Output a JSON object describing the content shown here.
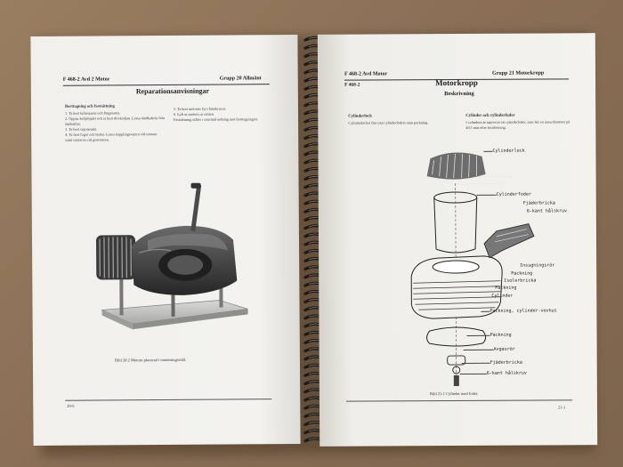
{
  "left_page": {
    "header_left": "F 468-2 Avd 2 Motor",
    "header_right": "Grupp 20 Allmänt",
    "title": "Reparationsanvisningar",
    "section_heading": "Borttagning och fastsättning",
    "steps_col1": [
      "1. Ta bort luftrenaren och förgasaren.",
      "2. Öppna kedjehjulet och ta bort drivkedjan. Lossa tändkabeln från tändstiftet.",
      "3. Ta bort ergonomin.",
      "4. Ta bort fogor och bultar. Lossa kopplingsvajern vid motorn samt växlarna vid generatorn."
    ],
    "steps_col2": [
      "5. Ta bort motorns fyra fästskruvar.",
      "6. Lyft ut motorn ur ramen.",
      "Fastsättning utförs i omvänd ordning mot borttagningen."
    ],
    "caption": "Bild 20:2 Motorn placerad i monteringsställ.",
    "page_number": "20-6"
  },
  "right_page": {
    "header_left": "F 468-2 Avd Motor",
    "header_right": "Grupp 21 Motorkropp",
    "subheader_left": "F 468-2",
    "title": "Motorkropp",
    "subtitle": "Beskrivning",
    "col1_heading": "Cylinderlock",
    "col1_text": "Cylinderlocket fäst mot cylinderfodret utan packning.",
    "col2_heading": "Cylinder och cylinderfoder",
    "col2_text": "I cylindern är inpressat ett cylinderfoder, som har en innerdiameter på 49,5 mm efter bearbetning.",
    "parts": [
      "Cylinderlock",
      "Cylinderfoder",
      "Fjäderbricka",
      "6-kant hålskruv",
      "Insugningsrör",
      "Packning",
      "Isolerbricka",
      "Packning",
      "Cylinder",
      "Packning, cylinder-vevhus",
      "Packning",
      "Avgasrör",
      "Fjäderbricka",
      "6-kant hålskruv"
    ],
    "caption": "Bild 21-1 Cylinder med foder.",
    "page_number": "21-1"
  }
}
